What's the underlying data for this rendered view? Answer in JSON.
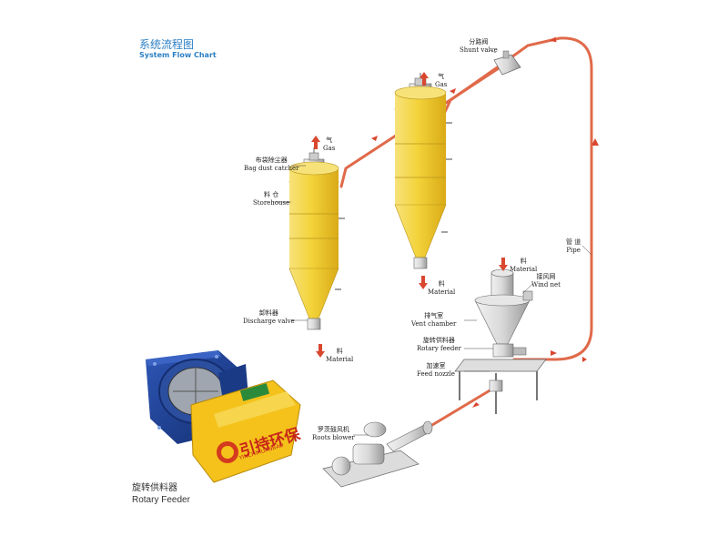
{
  "title": {
    "cn": "系统流程图",
    "en": "System Flow Chart"
  },
  "labels": {
    "shunt_valve": {
      "cn": "分路阀",
      "en": "Shunt valve"
    },
    "gas_top": {
      "cn": "气",
      "en": "Gas"
    },
    "gas_left": {
      "cn": "气",
      "en": "Gas"
    },
    "bag_dust_catcher": {
      "cn": "布袋除尘器",
      "en": "Bag dust catcher"
    },
    "storehouse": {
      "cn": "料 仓",
      "en": "Storehouse"
    },
    "discharge_valve": {
      "cn": "卸料器",
      "en": "Discharge valve"
    },
    "material_left": {
      "cn": "料",
      "en": "Material"
    },
    "material_mid": {
      "cn": "料",
      "en": "Material"
    },
    "material_top_feeder": {
      "cn": "料",
      "en": "Material"
    },
    "wind_net": {
      "cn": "接风网",
      "en": "Wind net"
    },
    "pipe": {
      "cn": "管 道",
      "en": "Pipe"
    },
    "vent_chamber": {
      "cn": "排气室",
      "en": "Vent chamber"
    },
    "rotary_feeder_label": {
      "cn": "旋转供料器",
      "en": "Rotary feeder"
    },
    "feed_nozzle": {
      "cn": "加速室",
      "en": "Feed nozzle"
    },
    "roots_blower": {
      "cn": "罗茨鼓风机",
      "en": "Roots blower"
    }
  },
  "photo": {
    "brand_text": "引持环保",
    "brand_sub": "YINCHIHUANBAO",
    "caption_cn": "旋转供料器",
    "caption_en": "Rotary Feeder"
  },
  "colors": {
    "pipe": "#e06a4a",
    "silo": "#f3d33a",
    "arrow": "#d9472f",
    "title": "#2c7fc4",
    "feeder_blue": "#1d3f8f",
    "feeder_yellow": "#f4c21a"
  }
}
